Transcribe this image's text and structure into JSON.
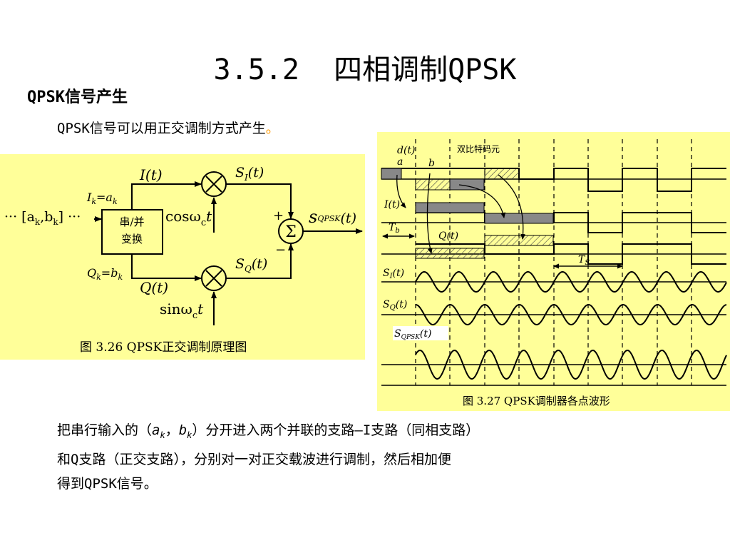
{
  "title": "3.5.2  四相调制QPSK",
  "heading": "QPSK信号产生",
  "intro": {
    "text": "QPSK信号可以用正交调制方式产生",
    "mark": "。"
  },
  "fig1": {
    "caption": "图 3.26  QPSK正交调制原理图",
    "input": "··· [a",
    "input_sub_k": "k",
    "input_mid": ",b",
    "input_end": "] ···",
    "box_line1": "串/并",
    "box_line2": "变换",
    "ik": "I",
    "ik_eq": "=a",
    "qk": "Q",
    "qk_eq": "=b",
    "k": "k",
    "it": "I(t)",
    "qt": "Q(t)",
    "si": "S",
    "si_sub": "I",
    "sq": "S",
    "sq_sub": "Q",
    "t_paren": "(t)",
    "cos": "cosω",
    "sin": "sinω",
    "c": "c",
    "t": "t",
    "plus": "+",
    "minus": "−",
    "sum": "Σ",
    "out": "s",
    "out_sub": "QPSK",
    "out_t": "(t)"
  },
  "fig2": {
    "caption": "图 3.27  QPSK调制器各点波形",
    "dt": "d(t)",
    "a": "a",
    "b": "b",
    "dibit": "双比特码元",
    "it": "I(t)",
    "tb": "T",
    "tb_sub": "b",
    "qt": "Q(t)",
    "ts": "T",
    "ts_sub": "S",
    "si": "S",
    "si_sub": "I",
    "sq": "S",
    "sq_sub": "Q",
    "sqpsk": "S",
    "sqpsk_sub": "QPSK",
    "t_paren": "(t)"
  },
  "body": {
    "line1_a": "把串行输入的（",
    "ak": "a",
    "ak_sub": "k",
    "comma": "，",
    "bk": "b",
    "bk_sub": "k",
    "line1_b": "）分开进入两个并联的支路—I支路（同相支路）",
    "line2": "和Q支路（正交支路），分别对一对正交载波进行调制，然后相加便",
    "line3": "得到QPSK信号。"
  }
}
